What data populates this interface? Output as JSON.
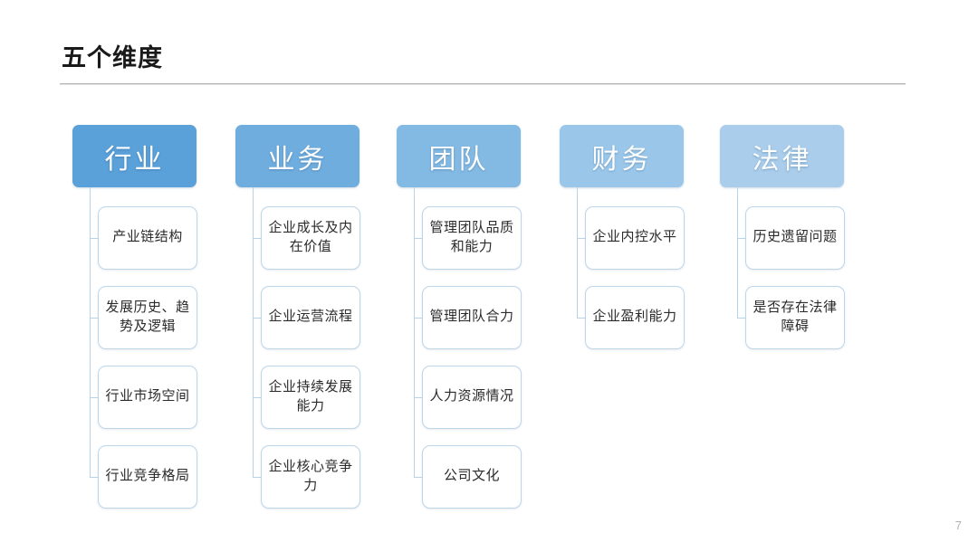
{
  "slide": {
    "title": "五个维度",
    "page_number": "7",
    "divider_color": "#b3b3b3",
    "background": "#ffffff",
    "leaf_border_color": "#bcd6ec",
    "connector_color": "#b7d3ea"
  },
  "chart_data": {
    "type": "diagram",
    "title": "五个维度",
    "layout": "five-column top-down tree",
    "columns": [
      {
        "header": "行业",
        "header_color": "#5AA0D9",
        "items": [
          "产业链结构",
          "发展历史、趋势及逻辑",
          "行业市场空间",
          "行业竞争格局"
        ]
      },
      {
        "header": "业务",
        "header_color": "#6FADDF",
        "items": [
          "企业成长及内在价值",
          "企业运营流程",
          "企业持续发展能力",
          "企业核心竞争力"
        ]
      },
      {
        "header": "团队",
        "header_color": "#83BAE4",
        "items": [
          "管理团队品质和能力",
          "管理团队合力",
          "人力资源情况",
          "公司文化"
        ]
      },
      {
        "header": "财务",
        "header_color": "#9AC7E9",
        "items": [
          "企业内控水平",
          "企业盈利能力"
        ]
      },
      {
        "header": "法律",
        "header_color": "#A9CDEB",
        "items": [
          "历史遗留问题",
          "是否存在法律障碍"
        ]
      }
    ]
  }
}
